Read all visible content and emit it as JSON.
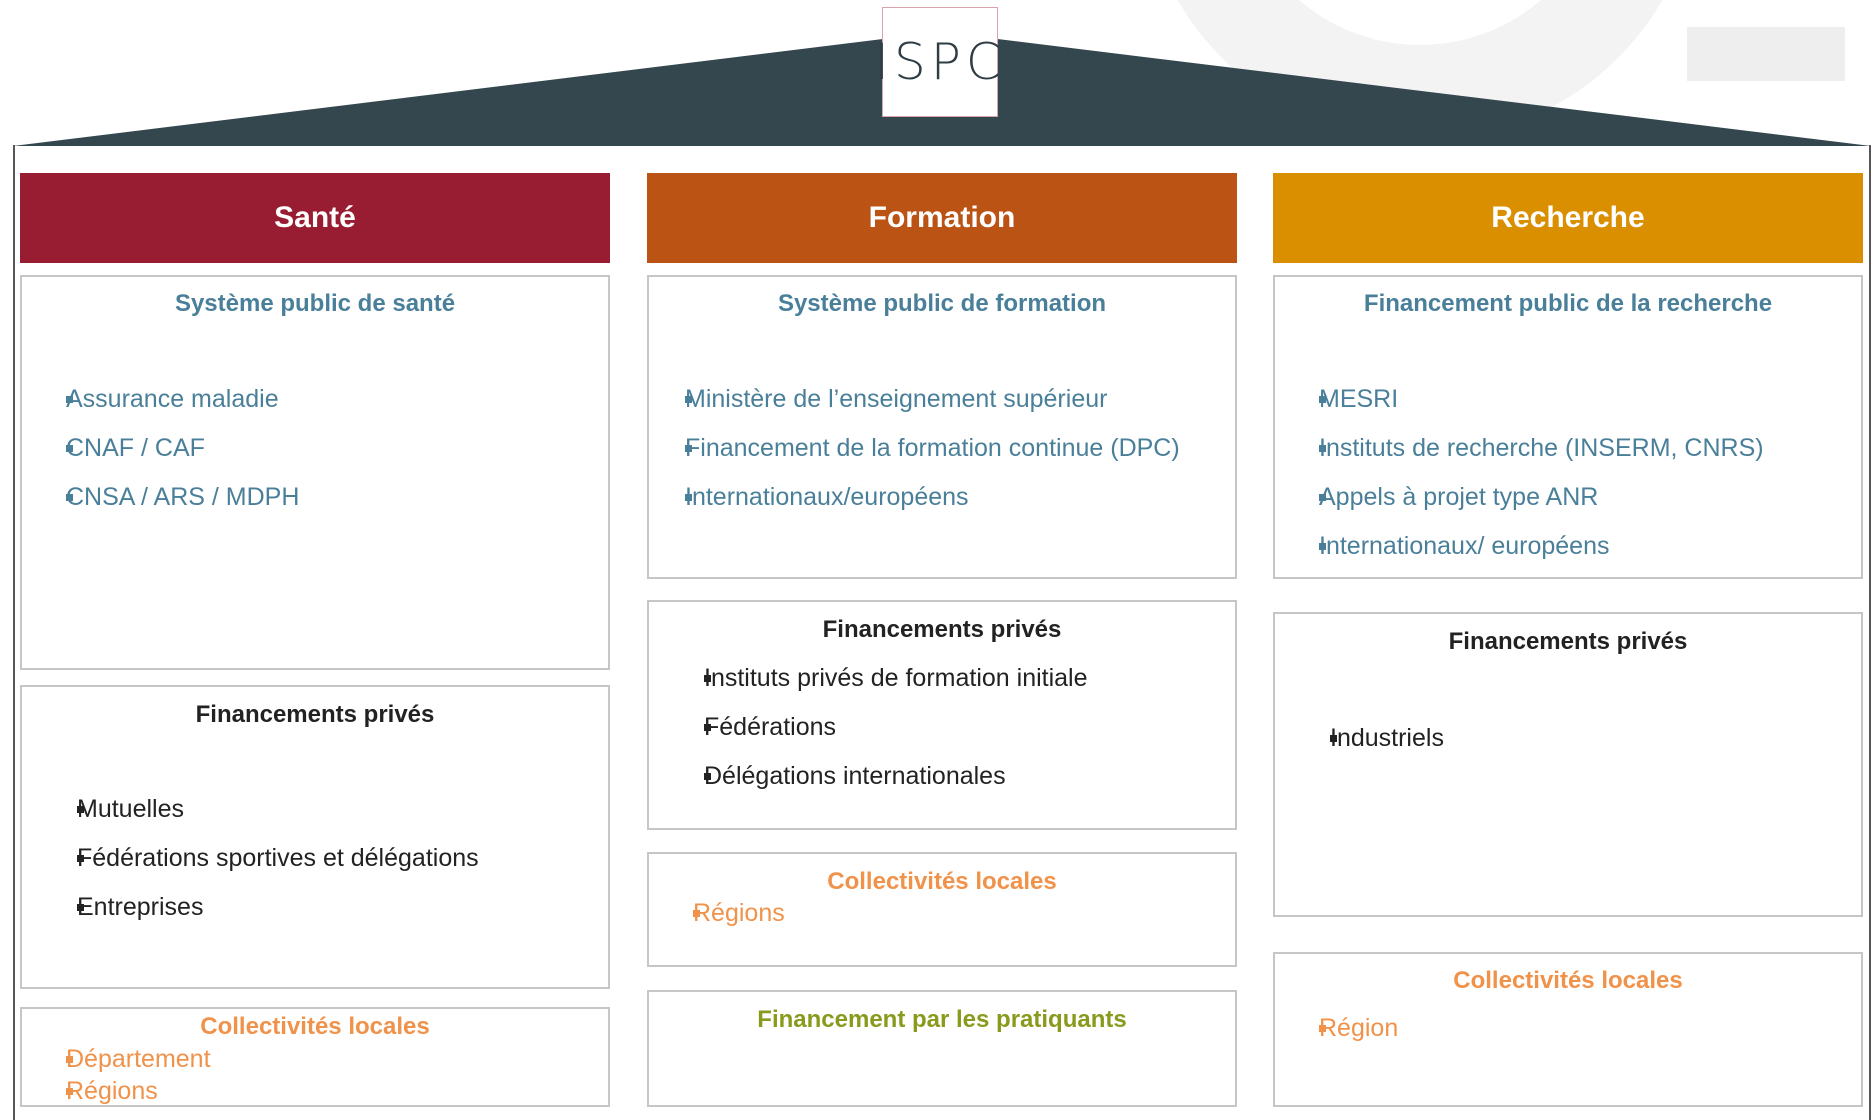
{
  "logo": {
    "text": "ISPC"
  },
  "colors": {
    "roof": "#34474f",
    "sante": "#981d32",
    "formation": "#ba5313",
    "recherche": "#d98f00",
    "title_blue": "#4a7f9a",
    "orange": "#f0924a",
    "olive": "#8a9a1c"
  },
  "columns": [
    {
      "header": "Santé",
      "public": {
        "title": "Système public de santé",
        "items": [
          "Assurance maladie",
          "CNAF / CAF",
          "CNSA / ARS / MDPH"
        ]
      },
      "private": {
        "title": "Financements privés",
        "items": [
          "Mutuelles",
          "Fédérations sportives et délégations",
          "Entreprises"
        ]
      },
      "local": {
        "title": "Collectivités locales",
        "items": [
          "Département",
          "Régions"
        ]
      }
    },
    {
      "header": "Formation",
      "public": {
        "title": "Système public de formation",
        "items": [
          "Ministère de l’enseignement supérieur",
          "Financement de la formation continue (DPC)",
          "Internationaux/européens"
        ]
      },
      "private": {
        "title": "Financements privés",
        "items": [
          "Instituts privés de formation initiale",
          "Fédérations",
          "Délégations internationales"
        ]
      },
      "local": {
        "title": "Collectivités locales",
        "items": [
          "Régions"
        ]
      },
      "practitioners": {
        "title": "Financement par les pratiquants"
      }
    },
    {
      "header": "Recherche",
      "public": {
        "title": "Financement public de la recherche",
        "items": [
          "MESRI",
          "Instituts de recherche (INSERM, CNRS)",
          "Appels à projet type ANR",
          "Internationaux/ européens"
        ]
      },
      "private": {
        "title": "Financements privés",
        "items": [
          "Industriels"
        ]
      },
      "local": {
        "title": "Collectivités locales",
        "items": [
          "Région"
        ]
      }
    }
  ]
}
